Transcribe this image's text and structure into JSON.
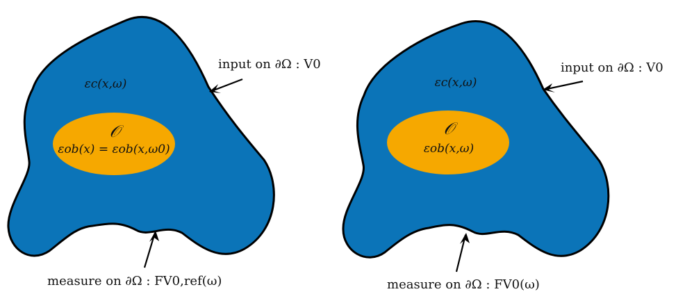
{
  "diagrams": [
    {
      "id": "left",
      "domain_color": "#0B74B8",
      "obstacle_color": "#F6A800",
      "medium_label": "εc(x,ω)",
      "obstacle_symbol": "𝒪",
      "obstacle_label": "εob(x) = εob(x,ω0)",
      "input_label": "input on ∂Ω :  V0",
      "measure_label": "measure on ∂Ω :  FV0,ref(ω)"
    },
    {
      "id": "right",
      "domain_color": "#0B74B8",
      "obstacle_color": "#F6A800",
      "medium_label": "εc(x,ω)",
      "obstacle_symbol": "𝒪",
      "obstacle_label": "εob(x,ω)",
      "input_label": "input on ∂Ω :  V0",
      "measure_label": "measure on ∂Ω :  FV0(ω)"
    }
  ],
  "colors": {
    "outline": "#000000",
    "text": "#111111",
    "background": "#FFFFFF"
  }
}
